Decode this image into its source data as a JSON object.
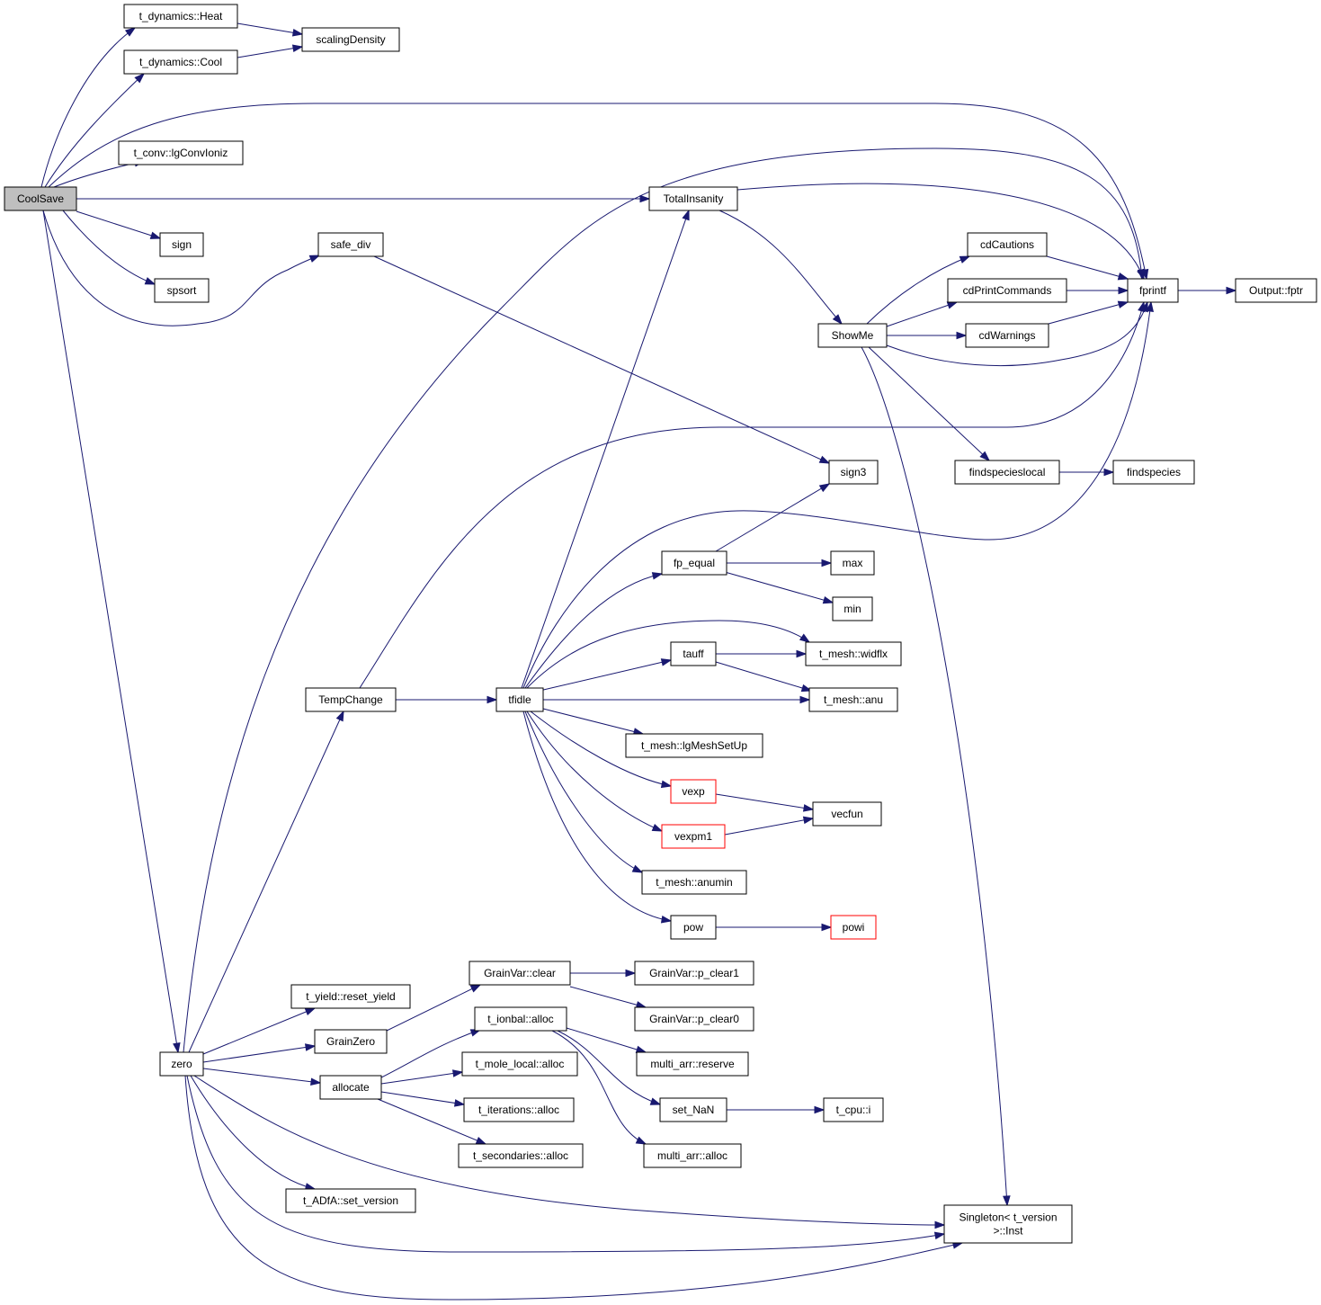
{
  "colors": {
    "edge": "#191970",
    "node_border": "#000000",
    "node_fill": "#ffffff",
    "root_fill": "#bfbfbf",
    "truncated_border": "#ff0000"
  },
  "nodes": [
    {
      "id": "coolsave",
      "label": "CoolSave",
      "style": "root"
    },
    {
      "id": "heat",
      "label": "t_dynamics::Heat"
    },
    {
      "id": "cool",
      "label": "t_dynamics::Cool"
    },
    {
      "id": "scalingdensity",
      "label": "scalingDensity"
    },
    {
      "id": "lgconvioniz",
      "label": "t_conv::lgConvIoniz"
    },
    {
      "id": "totalinsanity",
      "label": "TotalInsanity"
    },
    {
      "id": "sign",
      "label": "sign"
    },
    {
      "id": "spsort",
      "label": "spsort"
    },
    {
      "id": "safediv",
      "label": "safe_div"
    },
    {
      "id": "fprintf",
      "label": "fprintf"
    },
    {
      "id": "fptr",
      "label": "Output::fptr"
    },
    {
      "id": "cdcautions",
      "label": "cdCautions"
    },
    {
      "id": "cdprintcommands",
      "label": "cdPrintCommands"
    },
    {
      "id": "cdwarnings",
      "label": "cdWarnings"
    },
    {
      "id": "showme",
      "label": "ShowMe"
    },
    {
      "id": "findspecieslocal",
      "label": "findspecieslocal"
    },
    {
      "id": "findspecies",
      "label": "findspecies"
    },
    {
      "id": "sign3",
      "label": "sign3"
    },
    {
      "id": "fpequal",
      "label": "fp_equal"
    },
    {
      "id": "max",
      "label": "max"
    },
    {
      "id": "min",
      "label": "min"
    },
    {
      "id": "tauff",
      "label": "tauff"
    },
    {
      "id": "widflx",
      "label": "t_mesh::widflx"
    },
    {
      "id": "tempchange",
      "label": "TempChange"
    },
    {
      "id": "tfidle",
      "label": "tfidle"
    },
    {
      "id": "anu",
      "label": "t_mesh::anu"
    },
    {
      "id": "lgmeshsetup",
      "label": "t_mesh::lgMeshSetUp"
    },
    {
      "id": "vexp",
      "label": "vexp",
      "style": "truncated"
    },
    {
      "id": "vecfun",
      "label": "vecfun"
    },
    {
      "id": "vexpm1",
      "label": "vexpm1",
      "style": "truncated"
    },
    {
      "id": "anumin",
      "label": "t_mesh::anumin"
    },
    {
      "id": "pow",
      "label": "pow"
    },
    {
      "id": "powi",
      "label": "powi",
      "style": "truncated"
    },
    {
      "id": "grainclear",
      "label": "GrainVar::clear"
    },
    {
      "id": "pclear1",
      "label": "GrainVar::p_clear1"
    },
    {
      "id": "pclear0",
      "label": "GrainVar::p_clear0"
    },
    {
      "id": "resetyield",
      "label": "t_yield::reset_yield"
    },
    {
      "id": "ionbalalloc",
      "label": "t_ionbal::alloc"
    },
    {
      "id": "grainzero",
      "label": "GrainZero"
    },
    {
      "id": "multireserve",
      "label": "multi_arr::reserve"
    },
    {
      "id": "zero",
      "label": "zero"
    },
    {
      "id": "molelocalalloc",
      "label": "t_mole_local::alloc"
    },
    {
      "id": "allocate",
      "label": "allocate"
    },
    {
      "id": "iterationsalloc",
      "label": "t_iterations::alloc"
    },
    {
      "id": "setnan",
      "label": "set_NaN"
    },
    {
      "id": "tcpui",
      "label": "t_cpu::i"
    },
    {
      "id": "secondariesalloc",
      "label": "t_secondaries::alloc"
    },
    {
      "id": "multialloc",
      "label": "multi_arr::alloc"
    },
    {
      "id": "adfasetversion",
      "label": "t_ADfA::set_version"
    },
    {
      "id": "singletoninst",
      "label": "Singleton< t_version\n>::Inst"
    }
  ],
  "edges": [
    [
      "coolsave",
      "heat"
    ],
    [
      "coolsave",
      "cool"
    ],
    [
      "coolsave",
      "fprintf"
    ],
    [
      "coolsave",
      "lgconvioniz"
    ],
    [
      "coolsave",
      "totalinsanity"
    ],
    [
      "coolsave",
      "sign"
    ],
    [
      "coolsave",
      "spsort"
    ],
    [
      "coolsave",
      "safediv"
    ],
    [
      "coolsave",
      "zero"
    ],
    [
      "heat",
      "scalingdensity"
    ],
    [
      "cool",
      "scalingdensity"
    ],
    [
      "totalinsanity",
      "fprintf"
    ],
    [
      "totalinsanity",
      "showme"
    ],
    [
      "safediv",
      "sign3"
    ],
    [
      "fprintf",
      "fptr"
    ],
    [
      "showme",
      "cdcautions"
    ],
    [
      "showme",
      "cdprintcommands"
    ],
    [
      "showme",
      "cdwarnings"
    ],
    [
      "showme",
      "fprintf"
    ],
    [
      "showme",
      "findspecieslocal"
    ],
    [
      "showme",
      "singletoninst"
    ],
    [
      "cdcautions",
      "fprintf"
    ],
    [
      "cdprintcommands",
      "fprintf"
    ],
    [
      "cdwarnings",
      "fprintf"
    ],
    [
      "findspecieslocal",
      "findspecies"
    ],
    [
      "tempchange",
      "fprintf"
    ],
    [
      "tempchange",
      "tfidle"
    ],
    [
      "tfidle",
      "totalinsanity"
    ],
    [
      "tfidle",
      "fprintf"
    ],
    [
      "tfidle",
      "fpequal"
    ],
    [
      "tfidle",
      "widflx"
    ],
    [
      "tfidle",
      "tauff"
    ],
    [
      "tfidle",
      "anu"
    ],
    [
      "tfidle",
      "lgmeshsetup"
    ],
    [
      "tfidle",
      "vexp"
    ],
    [
      "tfidle",
      "vexpm1"
    ],
    [
      "tfidle",
      "anumin"
    ],
    [
      "tfidle",
      "pow"
    ],
    [
      "fpequal",
      "sign3"
    ],
    [
      "fpequal",
      "max"
    ],
    [
      "fpequal",
      "min"
    ],
    [
      "tauff",
      "widflx"
    ],
    [
      "tauff",
      "anu"
    ],
    [
      "vexp",
      "vecfun"
    ],
    [
      "vexpm1",
      "vecfun"
    ],
    [
      "pow",
      "powi"
    ],
    [
      "zero",
      "fprintf"
    ],
    [
      "zero",
      "tempchange"
    ],
    [
      "zero",
      "resetyield"
    ],
    [
      "zero",
      "grainzero"
    ],
    [
      "zero",
      "allocate"
    ],
    [
      "zero",
      "adfasetversion"
    ],
    [
      "zero",
      "singletoninst"
    ],
    [
      "grainzero",
      "grainclear"
    ],
    [
      "grainclear",
      "pclear1"
    ],
    [
      "grainclear",
      "pclear0"
    ],
    [
      "allocate",
      "ionbalalloc"
    ],
    [
      "allocate",
      "molelocalalloc"
    ],
    [
      "allocate",
      "iterationsalloc"
    ],
    [
      "allocate",
      "secondariesalloc"
    ],
    [
      "ionbalalloc",
      "multireserve"
    ],
    [
      "ionbalalloc",
      "setnan"
    ],
    [
      "ionbalalloc",
      "multialloc"
    ],
    [
      "setnan",
      "tcpui"
    ]
  ]
}
